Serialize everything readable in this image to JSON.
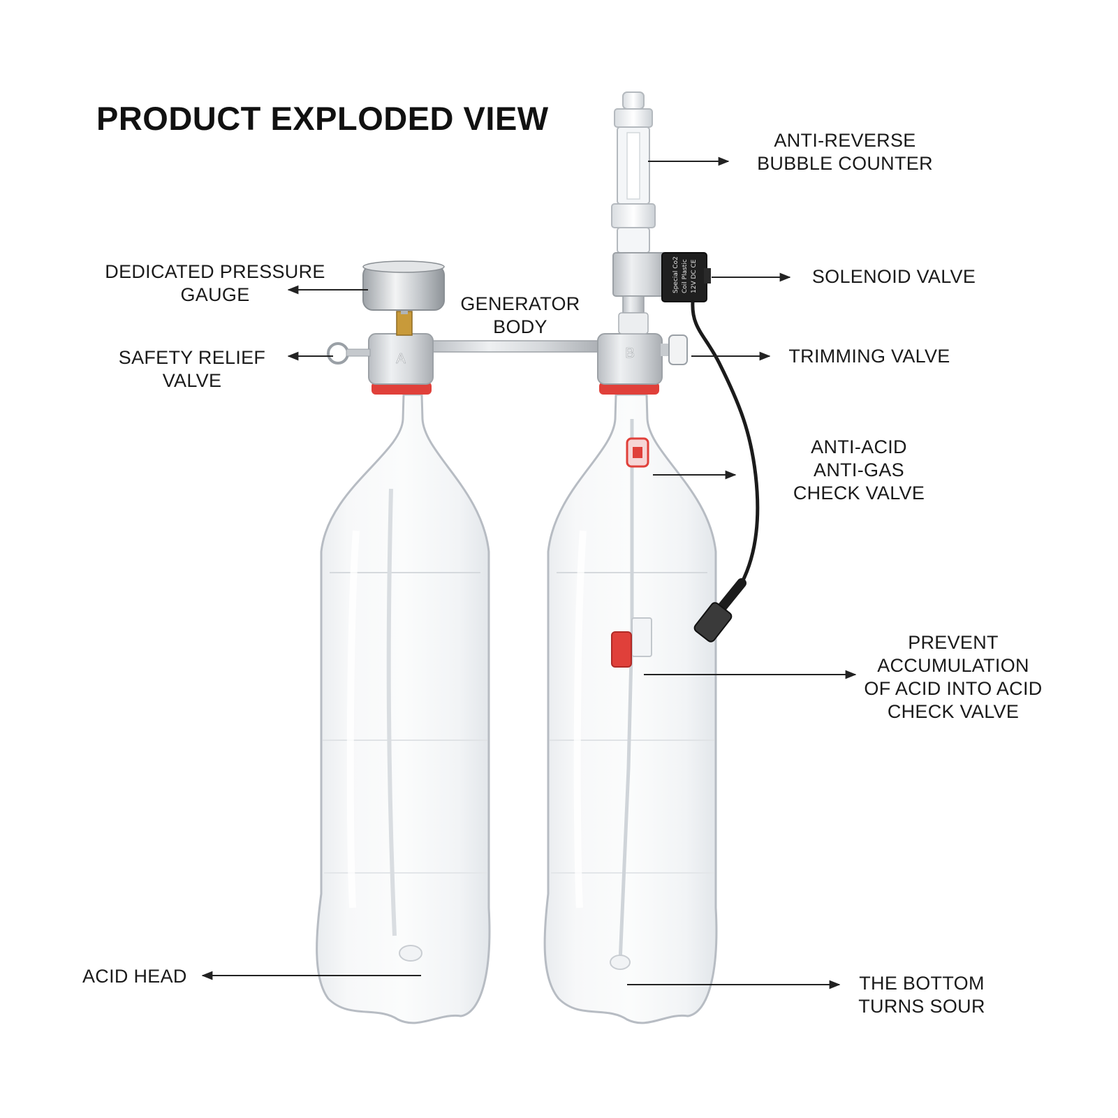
{
  "title": "PRODUCT EXPLODED VIEW",
  "labels": {
    "bubble_counter": [
      "ANTI-REVERSE",
      "BUBBLE COUNTER"
    ],
    "pressure_gauge": [
      "DEDICATED PRESSURE",
      "GAUGE"
    ],
    "generator_body": [
      "GENERATOR",
      "BODY"
    ],
    "solenoid_valve": [
      "SOLENOID VALVE"
    ],
    "safety_relief_valve": [
      "SAFETY RELIEF",
      "VALVE"
    ],
    "trimming_valve": [
      "TRIMMING VALVE"
    ],
    "check_valve": [
      "ANTI-ACID",
      "ANTI-GAS",
      "CHECK VALVE"
    ],
    "prevent_accumulation": [
      "PREVENT",
      "ACCUMULATION",
      "OF ACID INTO ACID",
      "CHECK VALVE"
    ],
    "acid_head": [
      "ACID HEAD"
    ],
    "bottom_sour": [
      "THE BOTTOM",
      "TURNS SOUR"
    ]
  },
  "badges": {
    "left": "A",
    "right": "B"
  },
  "solenoid_text": [
    "Special Co2",
    "Coil Plastic",
    "12V DC CE"
  ],
  "colors": {
    "text": "#1a1a1a",
    "bottle_outline": "#b7bcc3",
    "metal": "#cfd2d6",
    "seal_red": "#e0403a",
    "cable": "#1b1b1b",
    "brass": "#c89a3a"
  }
}
